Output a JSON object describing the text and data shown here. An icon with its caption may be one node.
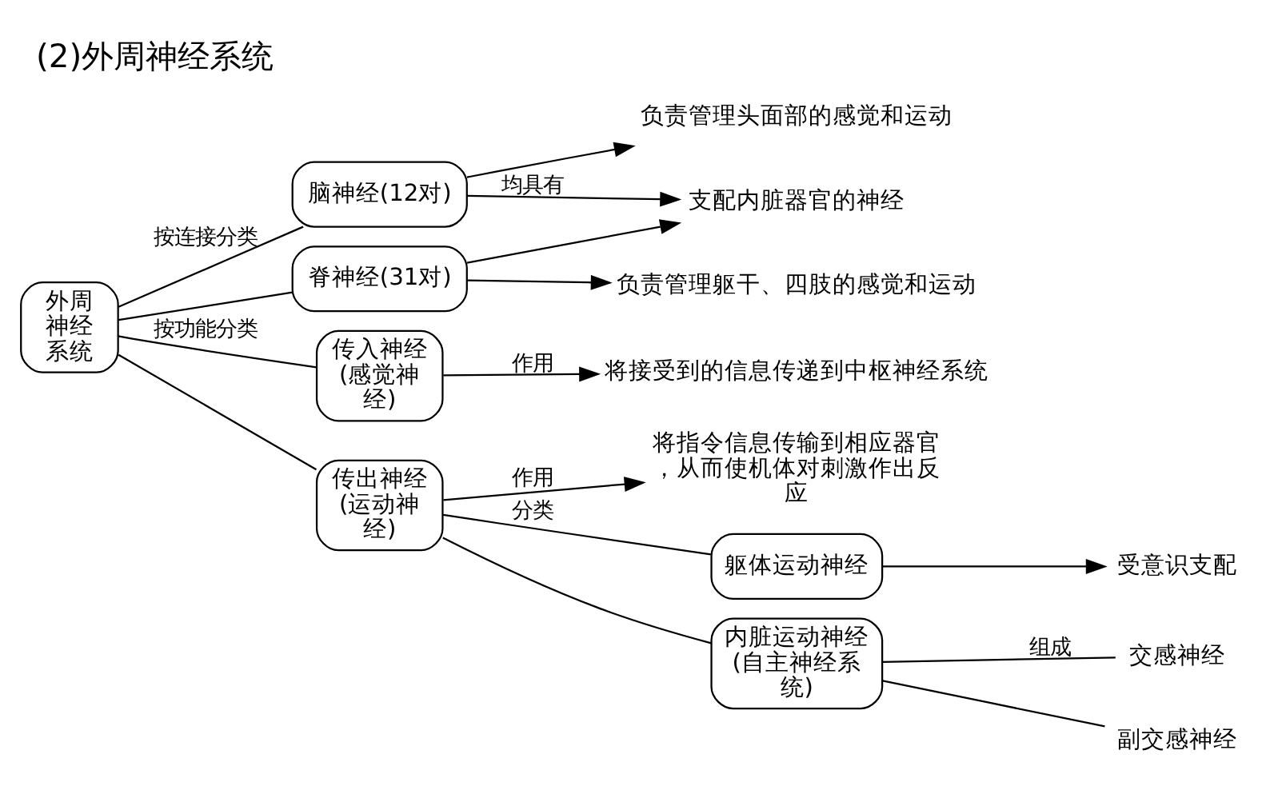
{
  "diagram": {
    "title": "(2)外周神经系统",
    "nodes": [
      {
        "text": [
          "外周神经系统"
        ]
      },
      {
        "text": [
          "脑神经(12对)"
        ]
      },
      {
        "text": [
          "脊神经(31对)"
        ]
      },
      {
        "text": [
          "负责管理头面部的感觉和运动"
        ]
      },
      {
        "text": [
          "支配内脏器官的神经"
        ]
      },
      {
        "text": [
          "负责管理躯干、四肢的感觉和运动"
        ]
      },
      {
        "text": [
          "传入神经(感觉神经)"
        ]
      },
      {
        "text": [
          "将接受到的信息传递到中枢神经系统"
        ]
      },
      {
        "text": [
          "传出神经(运动神经)"
        ]
      },
      {
        "text": [
          "将指令信息传输到相应器官，从而使机体对刺激作出反应"
        ]
      },
      {
        "text": [
          "躯体运动神经"
        ]
      },
      {
        "text": [
          "受意识支配"
        ]
      },
      {
        "text": [
          "内脏运动神经(自主神经系统)"
        ]
      },
      {
        "text": [
          "交感神经"
        ]
      },
      {
        "text": [
          "副交感神经"
        ]
      }
    ],
    "edges": [
      {
        "from": 0,
        "to": 1,
        "arrow": "none",
        "label": "按连接分类"
      },
      {
        "from": 0,
        "to": 2,
        "arrow": "none"
      },
      {
        "from": 0,
        "to": 6,
        "arrow": "none",
        "label": "按功能分类"
      },
      {
        "from": 0,
        "to": 8,
        "arrow": "none"
      },
      {
        "from": 1,
        "to": 3,
        "arrow": "to"
      },
      {
        "from": 1,
        "to": 4,
        "arrow": "to",
        "label": "均具有"
      },
      {
        "from": 2,
        "to": 4,
        "arrow": "to"
      },
      {
        "from": 2,
        "to": 5,
        "arrow": "to"
      },
      {
        "from": 6,
        "to": 7,
        "arrow": "to",
        "label": "作用"
      },
      {
        "from": 8,
        "to": 9,
        "arrow": "to",
        "label": "作用"
      },
      {
        "from": 8,
        "to": 10,
        "arrow": "none",
        "label": "分类"
      },
      {
        "from": 8,
        "to": 12,
        "arrow": "none"
      },
      {
        "from": 10,
        "to": 11,
        "arrow": "to"
      },
      {
        "from": 12,
        "to": 13,
        "arrow": "none",
        "label": "组成"
      },
      {
        "from": 12,
        "to": 14,
        "arrow": "none"
      }
    ]
  }
}
